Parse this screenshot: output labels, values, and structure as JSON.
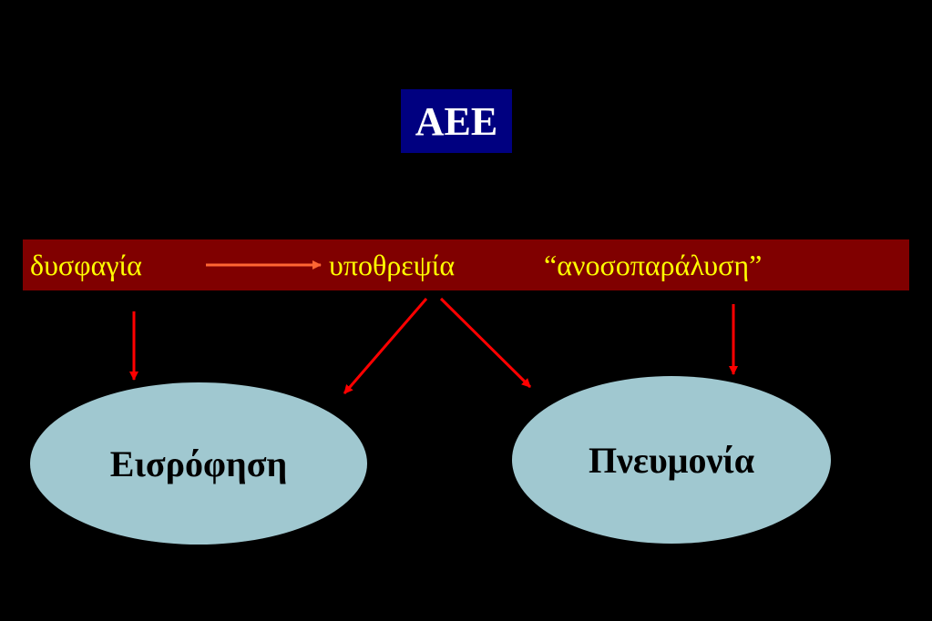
{
  "title": "ΑΕΕ",
  "band": {
    "term_1": "δυσφαγία",
    "term_2": "υποθρεψία",
    "term_3": "“ανοσοπαράλυση”"
  },
  "outcomes": {
    "left": "Εισρόφηση",
    "right": "Πνευμονία"
  },
  "colors": {
    "background": "#000000",
    "title_box": "#000080",
    "band": "#800000",
    "band_text": "#ffff00",
    "arrow": "#ff0000",
    "horizontal_arrow": "#ff6633",
    "ellipse": "#a0c8d0"
  }
}
